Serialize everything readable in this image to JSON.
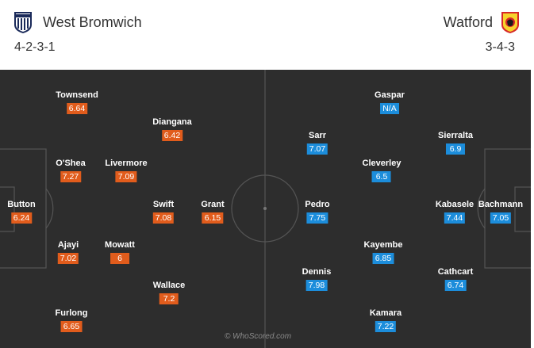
{
  "home": {
    "name": "West Bromwich",
    "formation": "4-2-3-1",
    "rating_color": "#e15c1c",
    "players": [
      {
        "name": "Townsend",
        "rating": "6.64"
      },
      {
        "name": "Diangana",
        "rating": "6.42"
      },
      {
        "name": "O'Shea",
        "rating": "7.27"
      },
      {
        "name": "Livermore",
        "rating": "7.09"
      },
      {
        "name": "Button",
        "rating": "6.24"
      },
      {
        "name": "Swift",
        "rating": "7.08"
      },
      {
        "name": "Grant",
        "rating": "6.15"
      },
      {
        "name": "Ajayi",
        "rating": "7.02"
      },
      {
        "name": "Mowatt",
        "rating": "6"
      },
      {
        "name": "Wallace",
        "rating": "7.2"
      },
      {
        "name": "Furlong",
        "rating": "6.65"
      }
    ]
  },
  "away": {
    "name": "Watford",
    "formation": "3-4-3",
    "rating_color": "#1c8ddb",
    "players": [
      {
        "name": "Gaspar",
        "rating": "N/A"
      },
      {
        "name": "Sarr",
        "rating": "7.07"
      },
      {
        "name": "Sierralta",
        "rating": "6.9"
      },
      {
        "name": "Cleverley",
        "rating": "6.5"
      },
      {
        "name": "Pedro",
        "rating": "7.75"
      },
      {
        "name": "Kabasele",
        "rating": "7.44"
      },
      {
        "name": "Bachmann",
        "rating": "7.05"
      },
      {
        "name": "Kayembe",
        "rating": "6.85"
      },
      {
        "name": "Dennis",
        "rating": "7.98"
      },
      {
        "name": "Cathcart",
        "rating": "6.74"
      },
      {
        "name": "Kamara",
        "rating": "7.22"
      }
    ]
  },
  "watermark": "© WhoScored.com",
  "pitch_color": "#2d2d2d"
}
